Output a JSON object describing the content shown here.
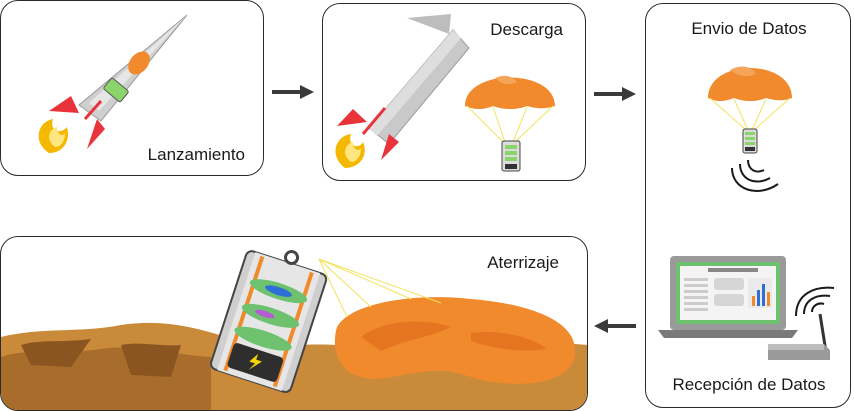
{
  "stages": {
    "launch": {
      "label": "Lanzamiento"
    },
    "release": {
      "label": "Descarga"
    },
    "transmission": {
      "label": "Envio de Datos"
    },
    "reception": {
      "label": "Recepción de Datos"
    },
    "landing": {
      "label": "Aterrizaje"
    }
  },
  "icons": {
    "rocket": "rocket-icon",
    "parachute": "parachute-icon",
    "cansat": "cansat-icon",
    "signal": "signal-waves-icon",
    "laptop": "laptop-icon",
    "router": "antenna-receiver-icon",
    "arrow": "arrow-icon"
  },
  "colors": {
    "parachute": "#f08a2c",
    "rocket_body": "#c9c9c9",
    "fins": "#e8333b",
    "flame": "#f5b800",
    "ground": "#c98a3a",
    "arrow": "#3a3a3a"
  }
}
